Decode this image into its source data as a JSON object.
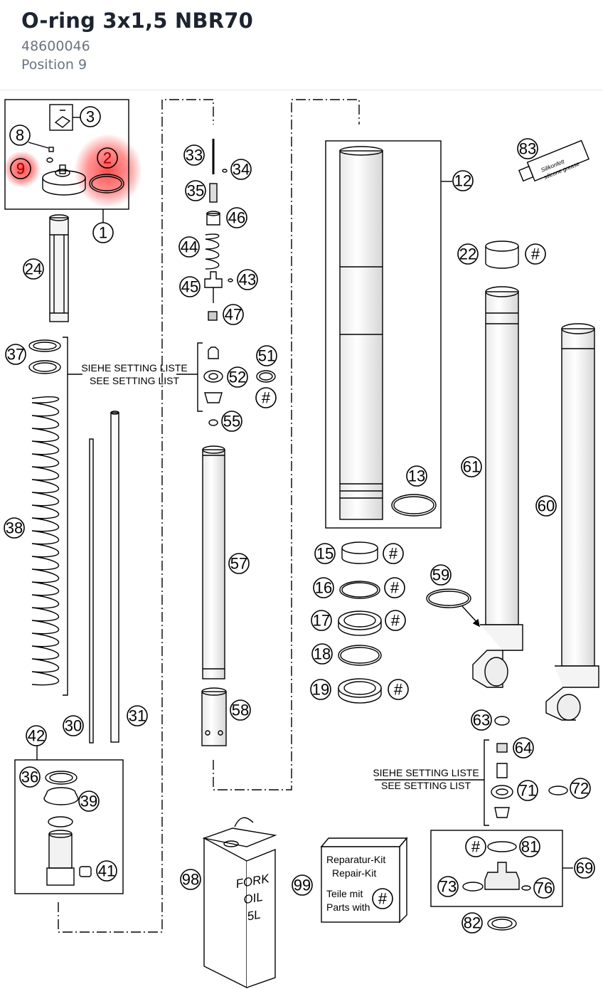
{
  "header": {
    "title": "O-ring 3x1,5 NBR70",
    "article_number": "48600046",
    "position": "Position 9"
  },
  "diagram": {
    "highlight_color": "#ff3b3b",
    "callouts": {
      "c1": "1",
      "c2": "2",
      "c3": "3",
      "c8": "8",
      "c9": "9",
      "c12": "12",
      "c13": "13",
      "c15": "15",
      "c16": "16",
      "c17": "17",
      "c18": "18",
      "c19": "19",
      "c22": "22",
      "c24": "24",
      "c30": "30",
      "c31": "31",
      "c33": "33",
      "c34": "34",
      "c35": "35",
      "c36": "36",
      "c37": "37",
      "c38": "38",
      "c39": "39",
      "c41": "41",
      "c42": "42",
      "c43": "43",
      "c44": "44",
      "c45": "45",
      "c46": "46",
      "c47": "47",
      "c51": "51",
      "c52": "52",
      "c55": "55",
      "c57": "57",
      "c58": "58",
      "c59": "59",
      "c60": "60",
      "c61": "61",
      "c63": "63",
      "c64": "64",
      "c69": "69",
      "c71": "71",
      "c72": "72",
      "c73": "73",
      "c76": "76",
      "c81": "81",
      "c82": "82",
      "c83": "83",
      "c98": "98",
      "c99": "99",
      "hash": "#"
    },
    "setting_list_de": "SIEHE SETTING LISTE",
    "setting_list_en": "SEE SETTING LIST",
    "repair_kit_de": "Reparatur-Kit",
    "repair_kit_en": "Repair-Kit",
    "parts_with_de": "Teile mit",
    "parts_with_en": "Parts with",
    "fork_oil": [
      "FORK",
      "OIL",
      "5L"
    ],
    "tube_label_1": "Silikonfett",
    "tube_label_2": "silicone grease"
  }
}
